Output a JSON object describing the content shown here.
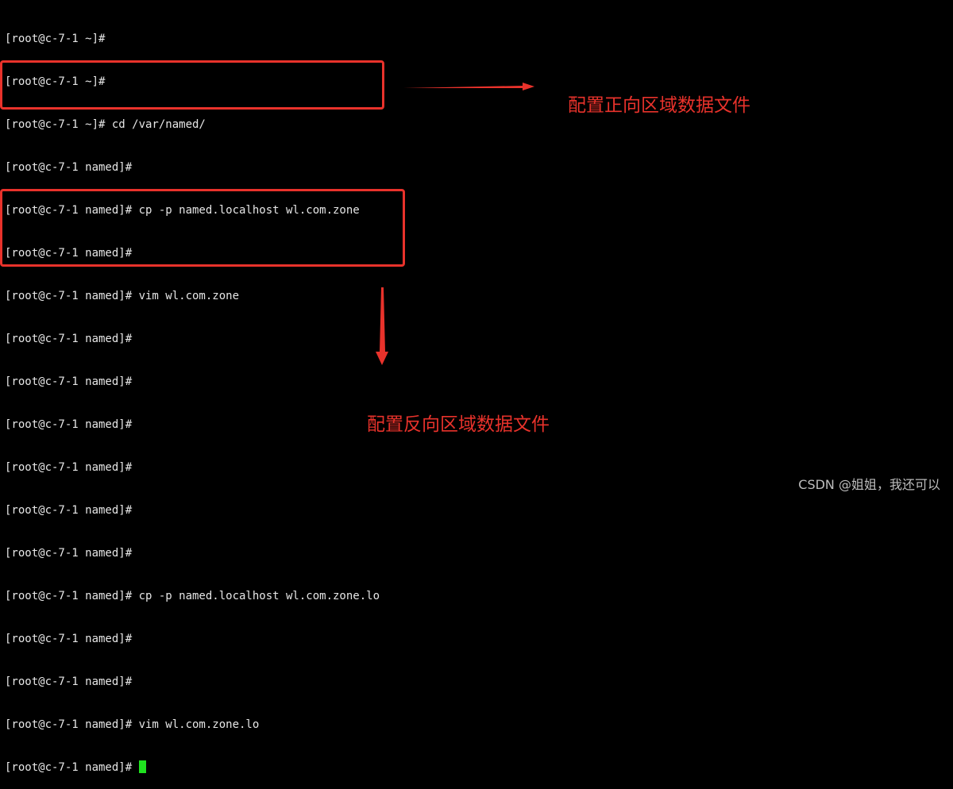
{
  "terminal": {
    "lines": [
      "[root@c-7-1 ~]#",
      "[root@c-7-1 ~]#",
      "[root@c-7-1 ~]# cd /var/named/",
      "[root@c-7-1 named]#",
      "[root@c-7-1 named]# cp -p named.localhost wl.com.zone",
      "[root@c-7-1 named]#",
      "[root@c-7-1 named]# vim wl.com.zone",
      "[root@c-7-1 named]#",
      "[root@c-7-1 named]#",
      "[root@c-7-1 named]#",
      "[root@c-7-1 named]#",
      "[root@c-7-1 named]#",
      "[root@c-7-1 named]#",
      "[root@c-7-1 named]# cp -p named.localhost wl.com.zone.lo",
      "[root@c-7-1 named]#",
      "[root@c-7-1 named]#",
      "[root@c-7-1 named]# vim wl.com.zone.lo",
      "[root@c-7-1 named]# "
    ]
  },
  "annotations": {
    "forward_label": "配置正向区域数据文件",
    "reverse_label": "配置反向区域数据文件",
    "color": "#e8322b"
  },
  "watermark": "CSDN @姐姐，我还可以"
}
